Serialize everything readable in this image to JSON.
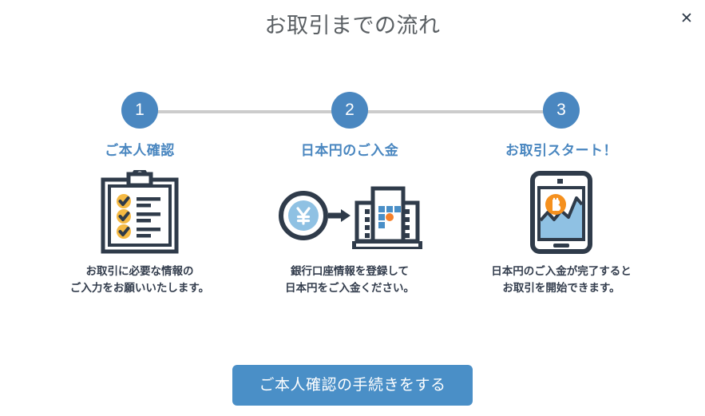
{
  "modal": {
    "title": "お取引までの流れ",
    "close_label": "✕",
    "close_icon": "close-icon",
    "accent_color": "#4a87c0",
    "cta_color": "#4a8fc7",
    "title_color": "#5a5f63",
    "track_color": "#cccccc",
    "icon_navy": "#2f3b4a",
    "icon_orange": "#f5a623",
    "icon_light_blue": "#8fc1e3"
  },
  "steps": [
    {
      "number": "1",
      "label": "ご本人確認",
      "icon": "clipboard-checklist-icon",
      "description": "お取引に必要な情報の\nご入力をお願いいたします。"
    },
    {
      "number": "2",
      "label": "日本円のご入金",
      "icon": "yen-to-bank-icon",
      "description": "銀行口座情報を登録して\n日本円をご入金ください。"
    },
    {
      "number": "3",
      "label": "お取引スタート！",
      "icon": "tablet-bitcoin-chart-icon",
      "description": "日本円のご入金が完了すると\nお取引を開始できます。"
    }
  ],
  "cta": {
    "label": "ご本人確認の手続きをする"
  }
}
